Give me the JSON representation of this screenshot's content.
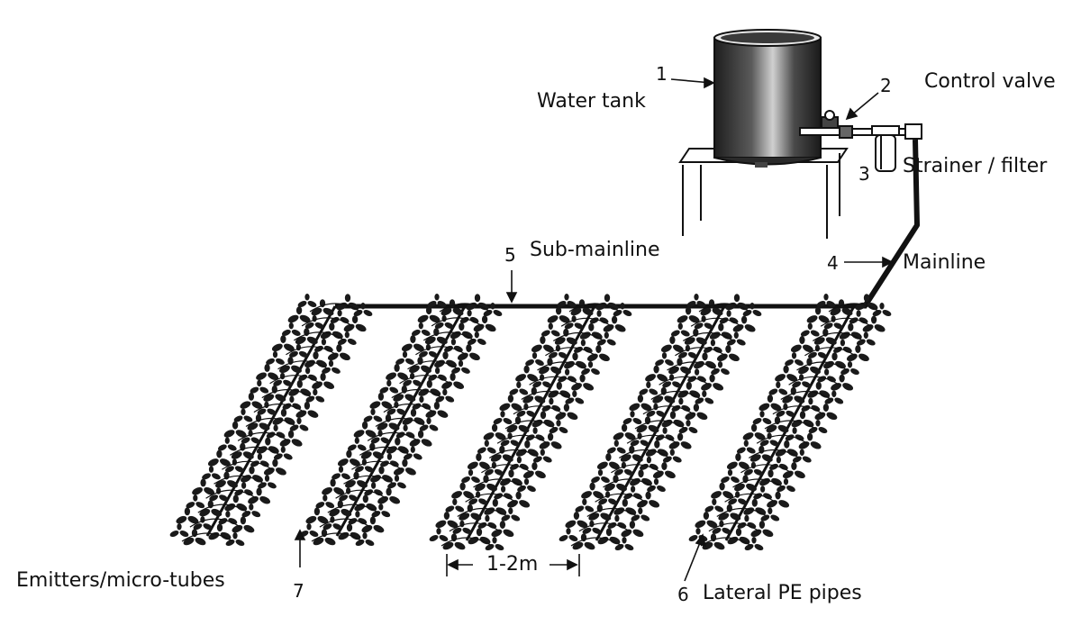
{
  "labels": {
    "water_tank": "Water tank",
    "control_valve": "Control valve",
    "strainer_filter": "Strainer / filter",
    "sub_mainline": "Sub-mainline",
    "mainline": "Mainline",
    "emitters": "Emitters/micro-tubes",
    "lateral_pipes": "Lateral PE pipes",
    "spacing": "1-2m"
  },
  "numbers": {
    "n1": "1",
    "n2": "2",
    "n3": "3",
    "n4": "4",
    "n5": "5",
    "n6": "6",
    "n7": "7"
  },
  "colors": {
    "ink": "#111111",
    "tank_dark": "#2a2a2a",
    "tank_light": "#bdbdbd",
    "background": "#ffffff"
  }
}
